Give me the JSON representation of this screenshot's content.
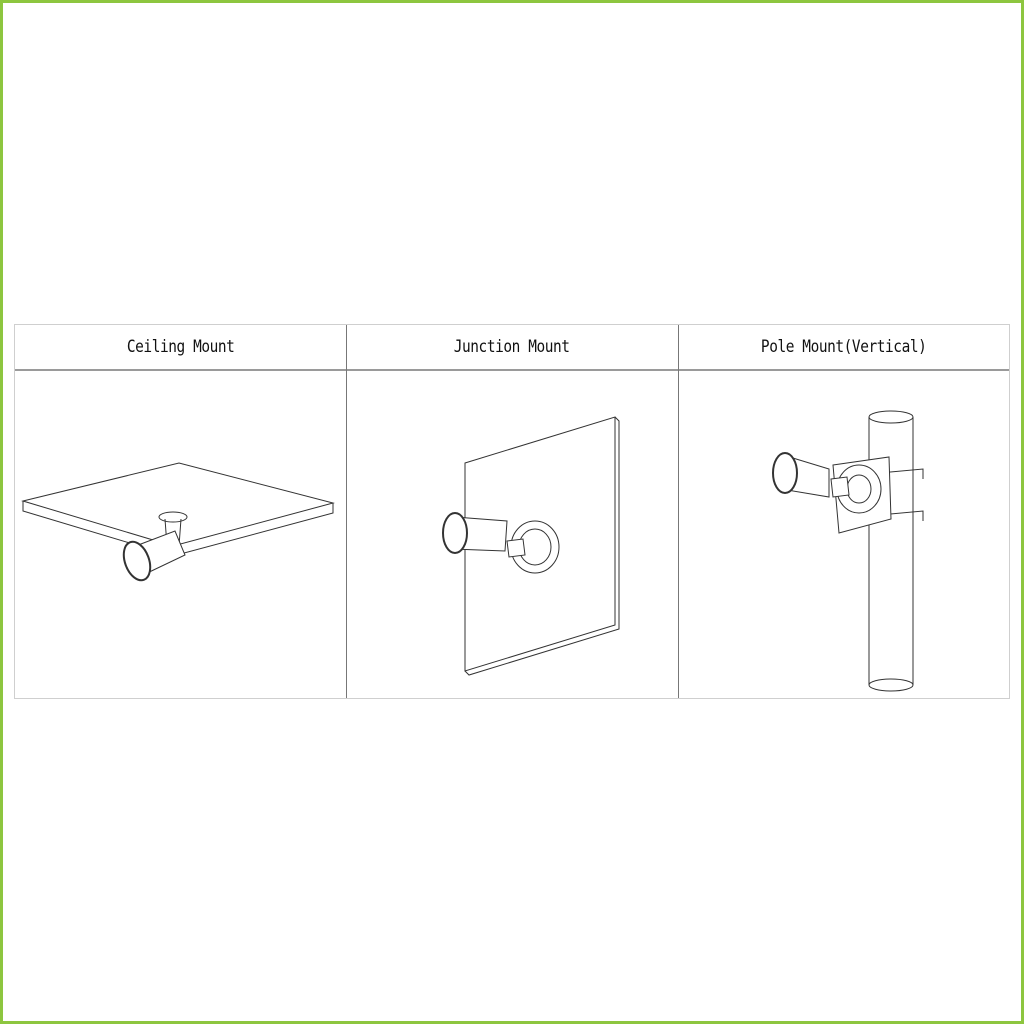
{
  "columns": [
    {
      "label": "Ceiling Mount"
    },
    {
      "label": "Junction Mount"
    },
    {
      "label": "Pole Mount(Vertical)"
    }
  ],
  "colors": {
    "border": "#8dc63f",
    "line": "#333333"
  }
}
